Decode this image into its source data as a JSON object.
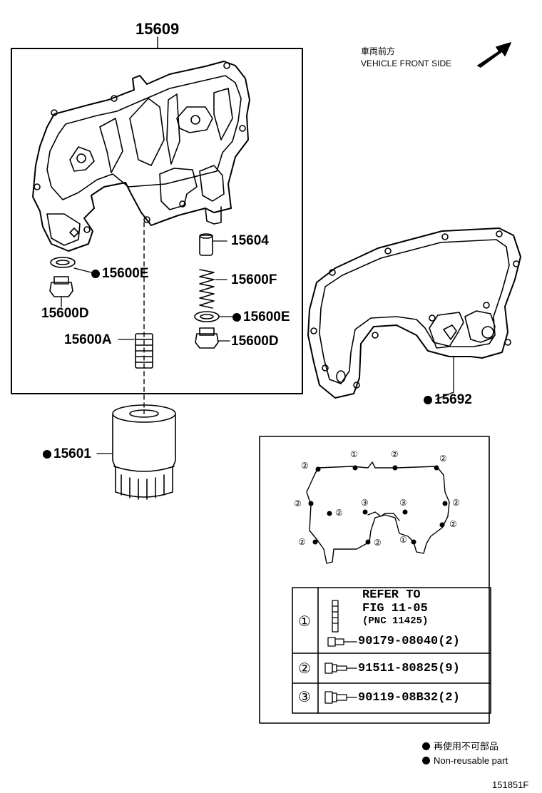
{
  "title_part": "15609",
  "direction": {
    "jp": "車両前方",
    "en": "VEHICLE FRONT SIDE"
  },
  "parts": {
    "p15604": "15604",
    "p15600F": "15600F",
    "p15600E_left": "15600E",
    "p15600E_right": "15600E",
    "p15600D_left": "15600D",
    "p15600D_right": "15600D",
    "p15600A": "15600A",
    "p15601": "15601",
    "p15692": "15692"
  },
  "torque_callouts": [
    "②",
    "①",
    "②",
    "②",
    "②",
    "②",
    "③",
    "③",
    "②",
    "②",
    "②",
    "②",
    "①"
  ],
  "table": {
    "rows": [
      {
        "marker": "①",
        "lines": [
          "REFER TO",
          "FIG 11-05",
          "(PNC 11425)"
        ],
        "part": "90179-08040(2)"
      },
      {
        "marker": "②",
        "part": "91511-80825(9)"
      },
      {
        "marker": "③",
        "part": "90119-08B32(2)"
      }
    ]
  },
  "legend": {
    "jp": "再使用不可部品",
    "en": "Non-reusable part"
  },
  "figure_code": "151851F"
}
